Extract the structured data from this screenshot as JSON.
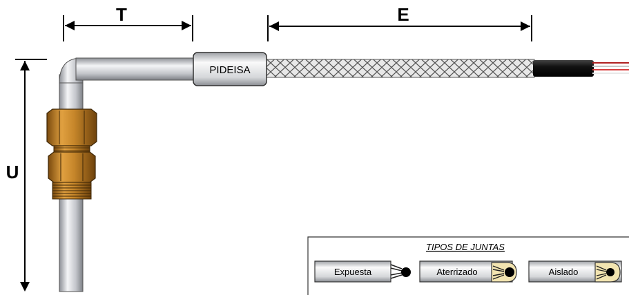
{
  "dimensions": {
    "t_label": "T",
    "e_label": "E",
    "u_label": "U"
  },
  "brand": {
    "label": "PIDEISA"
  },
  "legend": {
    "title": "TIPOS DE JUNTAS",
    "items": [
      {
        "label": "Expuesta"
      },
      {
        "label": "Aterrizado"
      },
      {
        "label": "Aislado"
      }
    ]
  },
  "colors": {
    "pipe": "#c9cbd0",
    "fitting": "#b87820",
    "braid": "#9a9a9a",
    "cable": "#111111",
    "tip_fill": "#f2e4b0"
  }
}
